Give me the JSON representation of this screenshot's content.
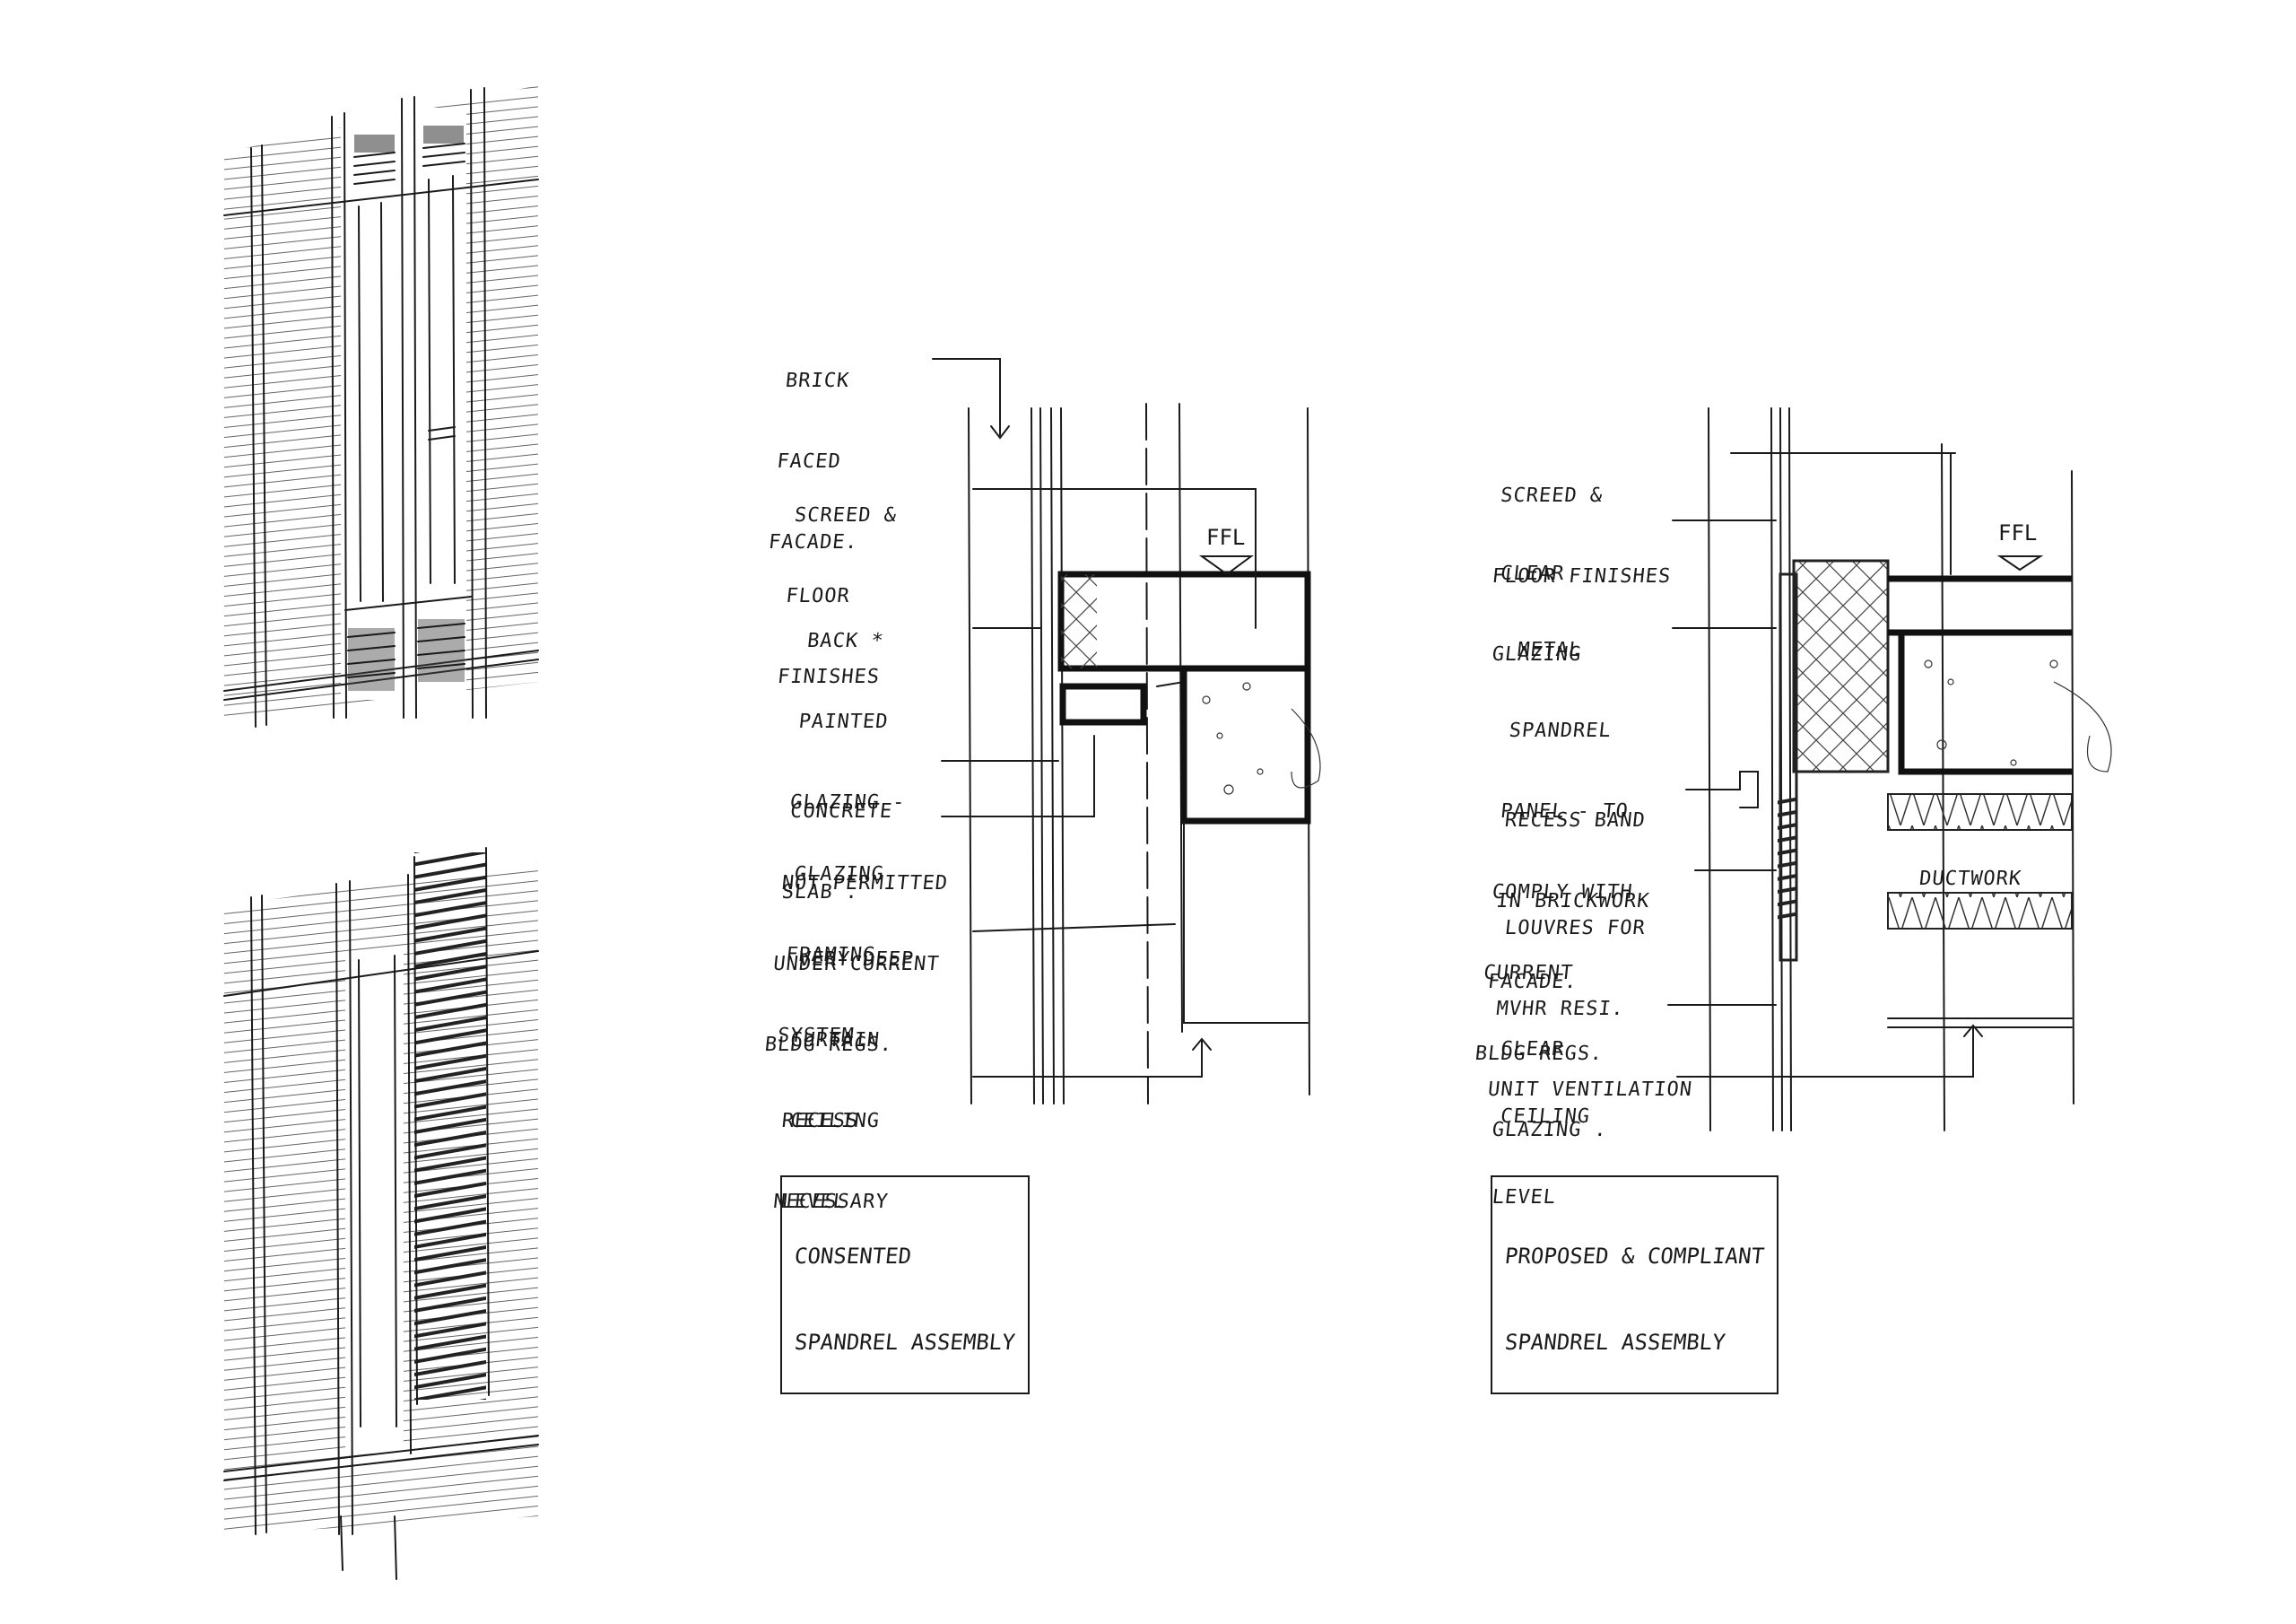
{
  "left_detail": {
    "title": [
      "CONSENTED",
      "SPANDREL ASSEMBLY"
    ],
    "labels": [
      {
        "id": "brick-facade",
        "lines": [
          "BRICK",
          "FACED",
          "FACADE."
        ]
      },
      {
        "id": "screed-floor-finishes",
        "lines": [
          "SCREED &",
          "FLOOR",
          "FINISHES"
        ]
      },
      {
        "id": "back-painted-glazing",
        "lines": [
          "BACK *",
          "PAINTED",
          "GLAZING -",
          "NOT PERMITTED",
          "UNDER CURRENT",
          "BLDG REGS."
        ]
      },
      {
        "id": "concrete-slab",
        "lines": [
          "CONCRETE",
          "SLAB ."
        ]
      },
      {
        "id": "glazing-framing-system",
        "lines": [
          "GLAZING",
          "FRAMING",
          "SYSTEM"
        ]
      },
      {
        "id": "very-deep-curtain-recess",
        "lines": [
          "VERY DEEP",
          "CURTAIN",
          "RECESS",
          "NECESSARY"
        ]
      },
      {
        "id": "ceiling-level",
        "lines": [
          "CEILING",
          "LEVEL"
        ]
      }
    ],
    "ffl": "FFL"
  },
  "right_detail": {
    "title": [
      "PROPOSED & COMPLIANT",
      "SPANDREL ASSEMBLY"
    ],
    "labels": [
      {
        "id": "screed-floor-finishes",
        "lines": [
          "SCREED &",
          "FLOOR FINISHES"
        ]
      },
      {
        "id": "clear-glazing-top",
        "lines": [
          "CLEAR",
          "GLAZING"
        ]
      },
      {
        "id": "metal-spandrel-panel",
        "lines": [
          "METAL",
          "SPANDREL",
          "PANEL - TO",
          "COMPLY WITH",
          "CURRENT",
          "BLDG REGS."
        ]
      },
      {
        "id": "recess-band",
        "lines": [
          "RECESS BAND",
          "IN BRICKWORK",
          "FACADE."
        ]
      },
      {
        "id": "louvres",
        "lines": [
          "LOUVRES FOR",
          "MVHR RESI.",
          "UNIT VENTILATION"
        ]
      },
      {
        "id": "clear-glazing-bottom",
        "lines": [
          "CLEAR",
          "GLAZING ."
        ]
      },
      {
        "id": "ceiling-level",
        "lines": [
          "CEILING",
          "LEVEL"
        ]
      }
    ],
    "ffl": "FFL",
    "ductwork": "DUCTWORK"
  }
}
